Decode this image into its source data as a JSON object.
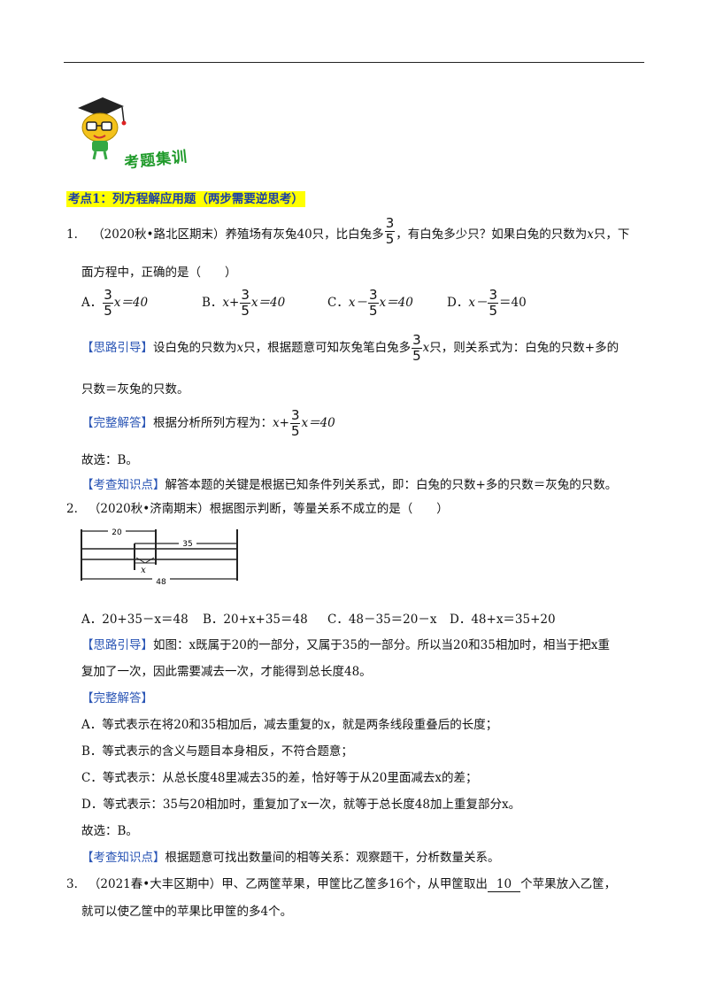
{
  "header": {
    "logo_text": "考题集训"
  },
  "section": {
    "title": "考点1：列方程解应用题（两步需要逆思考）"
  },
  "q1": {
    "num": "1.",
    "text_a": "（2020秋•路北区期末）养殖场有灰兔40只，比白兔多",
    "frac_n": "3",
    "frac_d": "5",
    "text_b": "，有白兔多少只？如果白兔的只数为",
    "var": "x",
    "text_c": "只，下",
    "text_line2": "面方程中，正确的是（　　）",
    "options": [
      {
        "label": "A．",
        "pre": "",
        "post": "x＝40"
      },
      {
        "label": "B．",
        "pre": "x+",
        "post": "x＝40"
      },
      {
        "label": "C．",
        "pre": "x－",
        "post": "x＝40"
      },
      {
        "label": "D．",
        "pre": "x－",
        "post": "＝40"
      }
    ],
    "hint_tag": "【思路引导】",
    "hint_a": "设白兔的只数为",
    "hint_b": "只，根据题意可知灰兔笔白兔多",
    "hint_c": "只，则关系式为：白兔的只数+多的",
    "hint_line2": "只数＝灰兔的只数。",
    "answer_tag": "【完整解答】",
    "answer_a": "根据分析所列方程为：",
    "answer_eq_pre": "x+",
    "answer_eq_post": "x＝40",
    "choice": "故选：B。",
    "kp_tag": "【考查知识点】",
    "kp_text": "解答本题的关键是根据已知条件列关系式，即：白兔的只数+多的只数＝灰兔的只数。"
  },
  "q2": {
    "num": "2.",
    "text": "（2020秋•济南期末）根据图示判断，等量关系不成立的是（　　）",
    "diagram": {
      "label_20": "20",
      "label_35": "35",
      "label_48": "48",
      "label_x": "x"
    },
    "options": [
      "A．20+35－x＝48",
      "B．20+x+35＝48",
      "C．48－35＝20－x",
      "D．48+x＝35+20"
    ],
    "hint_tag": "【思路引导】",
    "hint_line1": "如图：x既属于20的一部分，又属于35的一部分。所以当20和35相加时，相当于把x重",
    "hint_line2": "复加了一次，因此需要减去一次，才能得到总长度48。",
    "answer_tag": "【完整解答】",
    "lines": [
      "A．等式表示在将20和35相加后，减去重复的x，就是两条线段重叠后的长度；",
      "B．等式表示的含义与题目本身相反，不符合题意；",
      "C．等式表示：从总长度48里减去35的差，恰好等于从20里面减去x的差；",
      "D．等式表示：35与20相加时，重复加了x一次，就等于总长度48加上重复部分x。"
    ],
    "choice": "故选：B。",
    "kp_tag": "【考查知识点】",
    "kp_text": "根据题意可找出数量间的相等关系：观察题干，分析数量关系。"
  },
  "q3": {
    "num": "3.",
    "text_a": "（2021春•大丰区期中）甲、乙两筐苹果，甲筐比乙筐多16个，从甲筐取出",
    "blank": "10",
    "text_b": "个苹果放入乙筐，",
    "line2": "就可以使乙筐中的苹果比甲筐的多4个。"
  },
  "colors": {
    "tag_blue": "#2a55b5",
    "section_highlight": "#ffff00",
    "logo_green": "#1f9a2a"
  }
}
